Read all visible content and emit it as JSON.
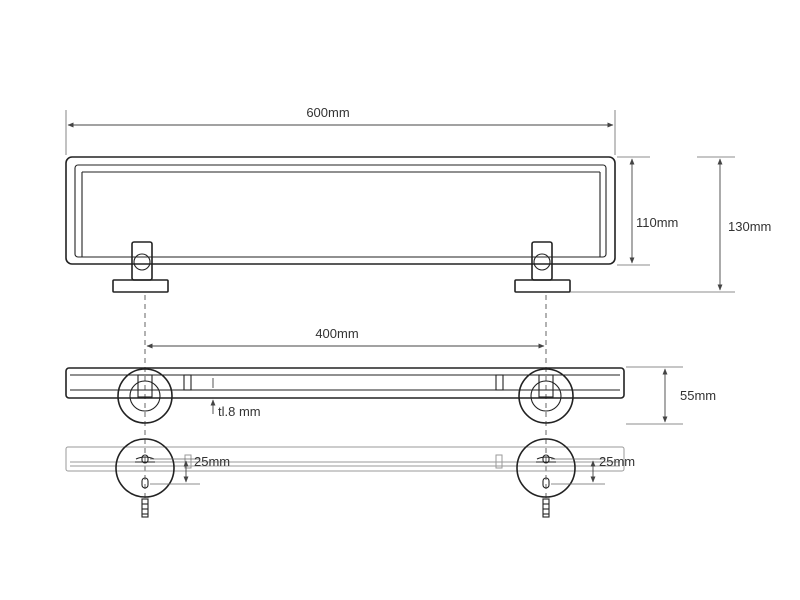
{
  "dimensions": {
    "overall_width": "600mm",
    "height_inner": "110mm",
    "height_total": "130mm",
    "mount_spacing": "400mm",
    "depth": "55mm",
    "glass_thickness": "tl.8 mm",
    "screw_offset_left": "25mm",
    "screw_offset_right": "25mm"
  },
  "colors": {
    "line": "#222222",
    "faint": "#9a9a9a",
    "background": "#ffffff"
  }
}
